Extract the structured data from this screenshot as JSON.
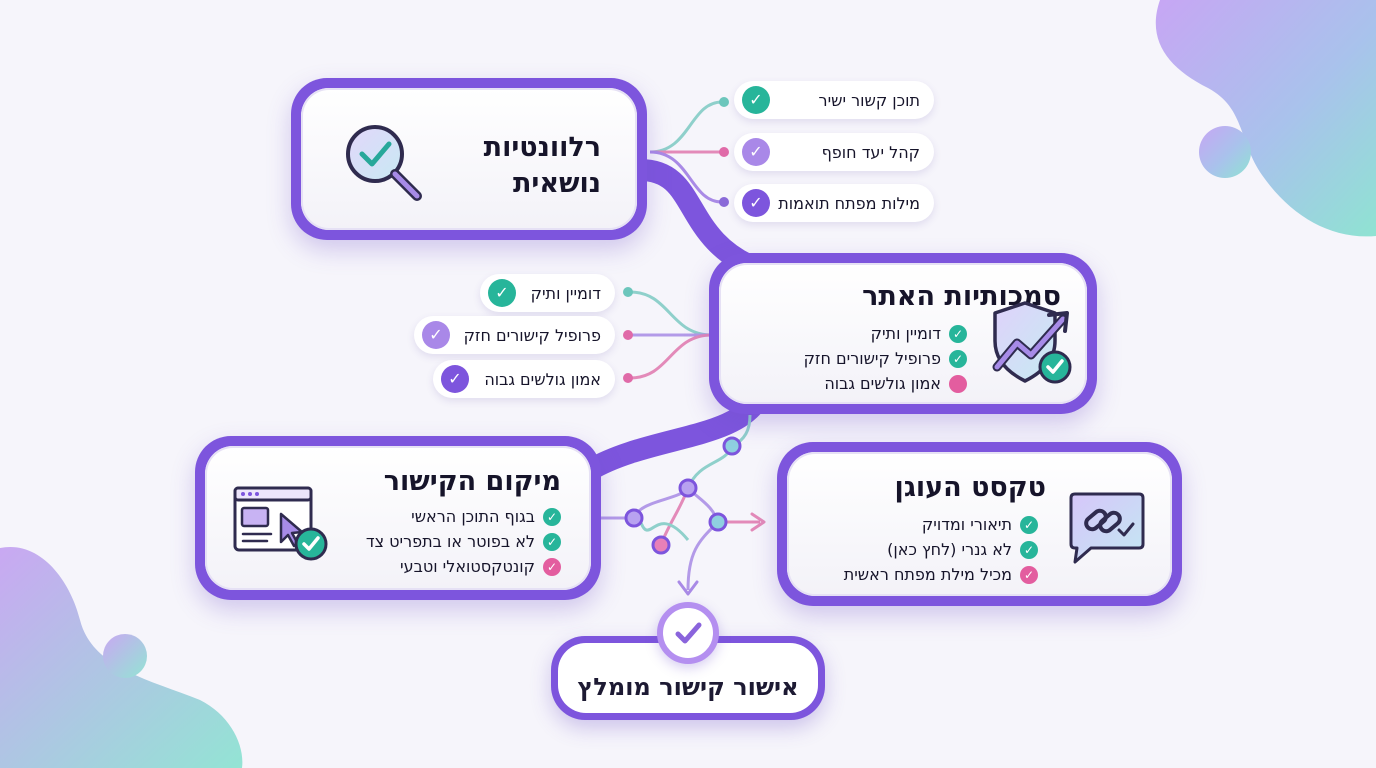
{
  "colors": {
    "purple": "#7d55dd",
    "teal": "#27b59a",
    "lavender": "#a988e8",
    "pink": "#e35d9f",
    "background": "#f6f5fb"
  },
  "relevance": {
    "title_line1": "רלוונטיות",
    "title_line2": "נושאית",
    "icon": "magnifier-check-icon",
    "branches": [
      "תוכן קשור ישיר",
      "קהל יעד חופף",
      "מילות מפתח תואמות"
    ]
  },
  "authority": {
    "title": "סמכותיות האתר",
    "icon": "shield-growth-icon",
    "items": [
      "דומיין ותיק",
      "פרופיל קישורים חזק",
      "אמון גולשים גבוה"
    ],
    "branches": [
      "דומיין ותיק",
      "פרופיל קישורים חזק",
      "אמון גולשים גבוה"
    ]
  },
  "placement": {
    "title": "מיקום הקישור",
    "icon": "browser-cursor-icon",
    "items": [
      "בגוף התוכן הראשי",
      "לא בפוטר או בתפריט צד",
      "קונטקסטואלי וטבעי"
    ]
  },
  "anchor": {
    "title": "טקסט העוגן",
    "icon": "link-chat-icon",
    "items": [
      "תיאורי ומדויק",
      "לא גנרי (לחץ כאן)",
      "מכיל מילת מפתח ראשית"
    ]
  },
  "result": {
    "label": "אישור קישור מומלץ",
    "icon": "check-badge-icon"
  }
}
